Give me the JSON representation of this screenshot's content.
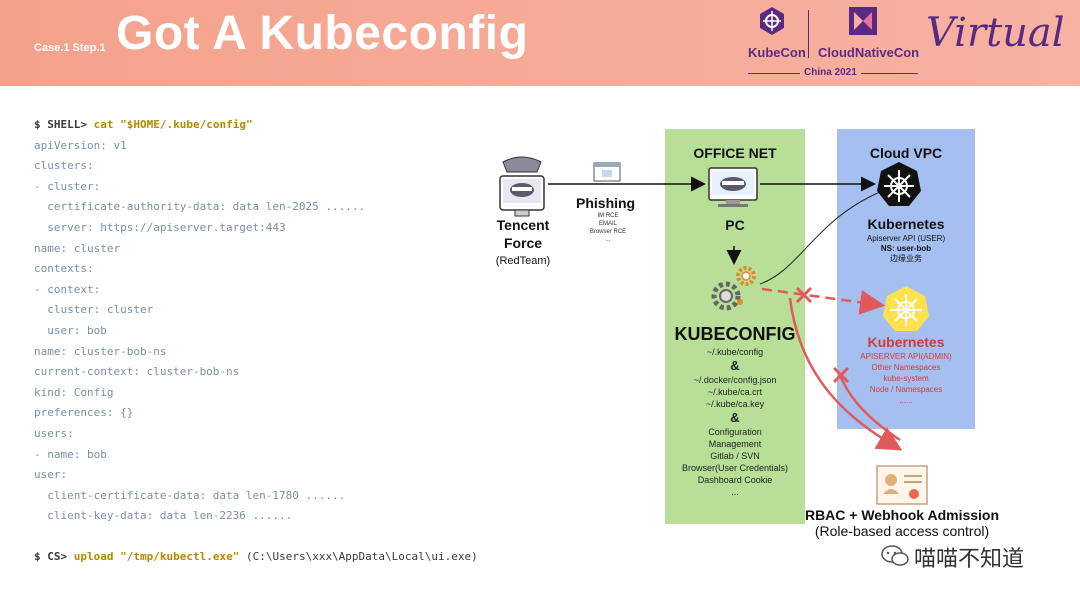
{
  "header": {
    "step": "Case.1 Step.1",
    "title": "Got A Kubeconfig",
    "kubecon": "KubeCon",
    "cloudnativecon": "CloudNativeCon",
    "china": "China 2021",
    "virtual": "Virtual"
  },
  "code": {
    "prompt1": "$ SHELL>",
    "cmd1": "cat",
    "arg1": "\"$HOME/.kube/config\"",
    "lines": [
      "apiVersion: v1",
      "clusters:",
      "- cluster:",
      "  certificate-authority-data: data len-2025 ......",
      "  server: https://apiserver.target:443",
      "name: cluster",
      "contexts:",
      "- context:",
      "  cluster: cluster",
      "  user: bob",
      "name: cluster-bob-ns",
      "current-context: cluster-bob-ns",
      "kind: Config",
      "preferences: {}",
      "users:",
      "- name: bob",
      "user:",
      "  client-certificate-data: data len-1780 ......",
      "  client-key-data: data len-2236 ......"
    ],
    "prompt2": "$ CS>",
    "cmd2": "upload",
    "arg2": "\"/tmp/kubectl.exe\"",
    "arg2b": "(C:\\Users\\xxx\\AppData\\Local\\ui.exe)"
  },
  "diagram": {
    "redteam_name1": "Tencent",
    "redteam_name2": "Force",
    "redteam_sub": "(RedTeam)",
    "phishing": "Phishing",
    "phishing_items": [
      "IM RCE",
      "EMAIL",
      "Browser RCE",
      "..."
    ],
    "office_title": "OFFICE NET",
    "pc_label": "PC",
    "kubeconfig_title": "KUBECONFIG",
    "kc_path1": "~/.kube/config",
    "amp": "&",
    "kc_group2": [
      "~/.docker/config.json",
      "~/.kube/ca.crt",
      "~/.kube/ca.key"
    ],
    "kc_group3": [
      "Configuration",
      "Management",
      "Gitlab / SVN",
      "Browser(User Credentials)",
      "Dashboard Cookie",
      "..."
    ],
    "vpc_title": "Cloud VPC",
    "k8s_user_title": "Kubernetes",
    "k8s_user_sub1": "Apiserver API (USER)",
    "k8s_user_sub2": "NS: user-bob",
    "k8s_user_sub3": "边缘业务",
    "k8s_admin_title": "Kubernetes",
    "k8s_admin_lines": [
      "APISERVER API(ADMIN)",
      "Other Namespaces",
      "kube-system",
      "Node / Namespaces",
      "......"
    ],
    "rbac_title": "RBAC + Webhook Admission",
    "rbac_sub": "(Role-based access control)"
  },
  "watermark": "喵喵不知道",
  "colors": {
    "header": "#f4a28c",
    "office": "#b8df98",
    "vpc": "#a5c0f0",
    "danger": "#e05a5a",
    "k8s_blue": "#2f6fde"
  }
}
